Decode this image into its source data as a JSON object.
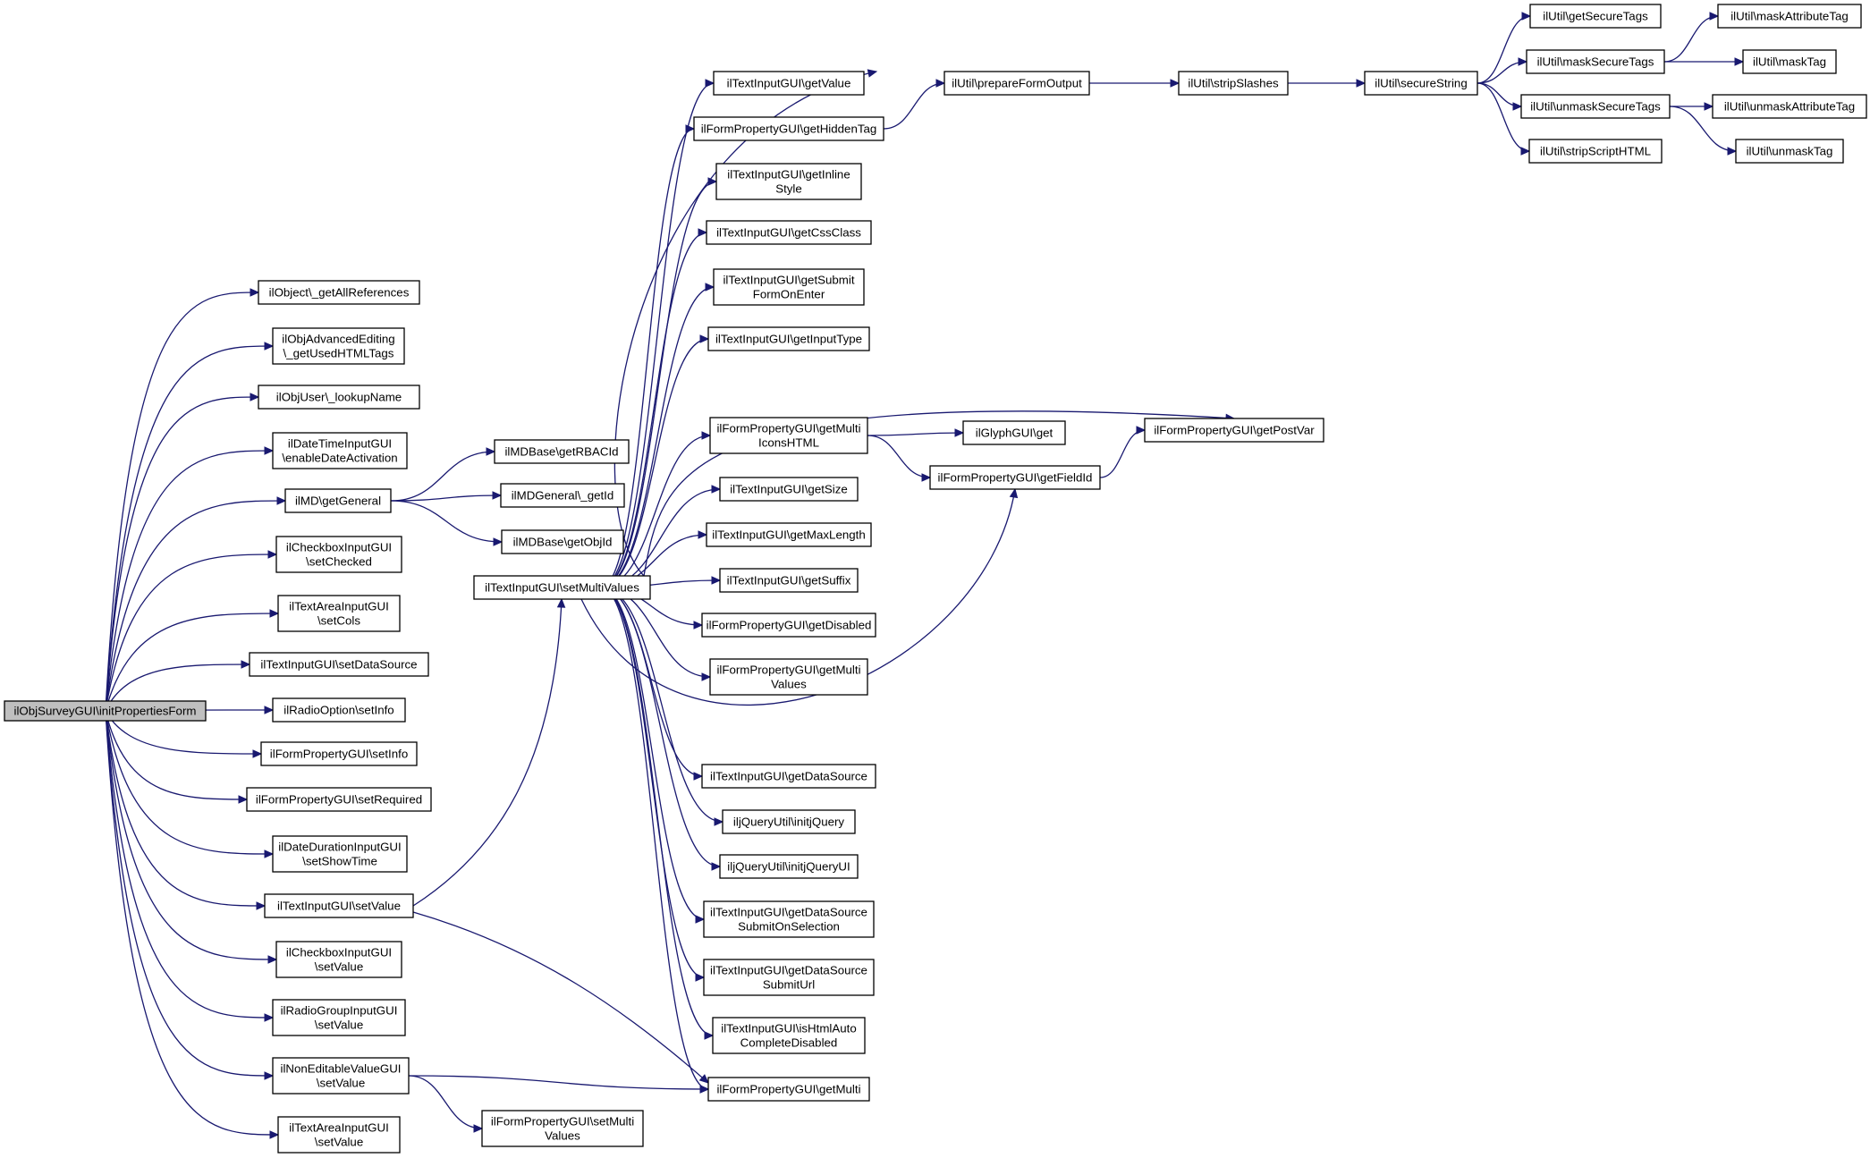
{
  "nodes": [
    {
      "id": "root",
      "label": "ilObjSurveyGUI\\initPropertiesForm"
    },
    {
      "id": "n_getAllReferences",
      "label": "ilObject\\_getAllReferences"
    },
    {
      "id": "n_getUsedHTMLTags",
      "label": "ilObjAdvancedEditing\n\\_getUsedHTMLTags"
    },
    {
      "id": "n_lookupName",
      "label": "ilObjUser\\_lookupName"
    },
    {
      "id": "n_enableDateActivation",
      "label": "ilDateTimeInputGUI\n\\enableDateActivation"
    },
    {
      "id": "n_getGeneral",
      "label": "ilMD\\getGeneral"
    },
    {
      "id": "n_cb_setChecked",
      "label": "ilCheckboxInputGUI\n\\setChecked"
    },
    {
      "id": "n_ta_setCols",
      "label": "ilTextAreaInputGUI\n\\setCols"
    },
    {
      "id": "n_ti_setDataSource",
      "label": "ilTextInputGUI\\setDataSource"
    },
    {
      "id": "n_ro_setInfo",
      "label": "ilRadioOption\\setInfo"
    },
    {
      "id": "n_fp_setInfo",
      "label": "ilFormPropertyGUI\\setInfo"
    },
    {
      "id": "n_fp_setRequired",
      "label": "ilFormPropertyGUI\\setRequired"
    },
    {
      "id": "n_dd_setShowTime",
      "label": "ilDateDurationInputGUI\n\\setShowTime"
    },
    {
      "id": "n_ti_setValue",
      "label": "ilTextInputGUI\\setValue"
    },
    {
      "id": "n_cb_setValue",
      "label": "ilCheckboxInputGUI\n\\setValue"
    },
    {
      "id": "n_rg_setValue",
      "label": "ilRadioGroupInputGUI\n\\setValue"
    },
    {
      "id": "n_ne_setValue",
      "label": "ilNonEditableValueGUI\n\\setValue"
    },
    {
      "id": "n_ta_setValue",
      "label": "ilTextAreaInputGUI\n\\setValue"
    },
    {
      "id": "n_getRBACId",
      "label": "ilMDBase\\getRBACId"
    },
    {
      "id": "n_md_getId",
      "label": "ilMDGeneral\\_getId"
    },
    {
      "id": "n_getObjId",
      "label": "ilMDBase\\getObjId"
    },
    {
      "id": "n_setMultiValues",
      "label": "ilTextInputGUI\\setMultiValues"
    },
    {
      "id": "n_fp_setMultiValues",
      "label": "ilFormPropertyGUI\\setMulti\nValues"
    },
    {
      "id": "n_getValue",
      "label": "ilTextInputGUI\\getValue"
    },
    {
      "id": "n_getHiddenTag",
      "label": "ilFormPropertyGUI\\getHiddenTag"
    },
    {
      "id": "n_getInlineStyle",
      "label": "ilTextInputGUI\\getInline\nStyle"
    },
    {
      "id": "n_getCssClass",
      "label": "ilTextInputGUI\\getCssClass"
    },
    {
      "id": "n_getSubmitFormOnEnter",
      "label": "ilTextInputGUI\\getSubmit\nFormOnEnter"
    },
    {
      "id": "n_getInputType",
      "label": "ilTextInputGUI\\getInputType"
    },
    {
      "id": "n_getMultiIconsHTML",
      "label": "ilFormPropertyGUI\\getMulti\nIconsHTML"
    },
    {
      "id": "n_getSize",
      "label": "ilTextInputGUI\\getSize"
    },
    {
      "id": "n_getMaxLength",
      "label": "ilTextInputGUI\\getMaxLength"
    },
    {
      "id": "n_getSuffix",
      "label": "ilTextInputGUI\\getSuffix"
    },
    {
      "id": "n_getDisabled",
      "label": "ilFormPropertyGUI\\getDisabled"
    },
    {
      "id": "n_getMultiValues",
      "label": "ilFormPropertyGUI\\getMulti\nValues"
    },
    {
      "id": "n_getDataSource",
      "label": "ilTextInputGUI\\getDataSource"
    },
    {
      "id": "n_initjQuery",
      "label": "iljQueryUtil\\initjQuery"
    },
    {
      "id": "n_initjQueryUI",
      "label": "iljQueryUtil\\initjQueryUI"
    },
    {
      "id": "n_getDataSourceSubmitOnSelection",
      "label": "ilTextInputGUI\\getDataSource\nSubmitOnSelection"
    },
    {
      "id": "n_getDataSourceSubmitUrl",
      "label": "ilTextInputGUI\\getDataSource\nSubmitUrl"
    },
    {
      "id": "n_isHtmlAutoCompleteDisabled",
      "label": "ilTextInputGUI\\isHtmlAuto\nCompleteDisabled"
    },
    {
      "id": "n_getMulti",
      "label": "ilFormPropertyGUI\\getMulti"
    },
    {
      "id": "n_prepareFormOutput",
      "label": "ilUtil\\prepareFormOutput"
    },
    {
      "id": "n_glyph_get",
      "label": "ilGlyphGUI\\get"
    },
    {
      "id": "n_getFieldId",
      "label": "ilFormPropertyGUI\\getFieldId"
    },
    {
      "id": "n_getPostVar",
      "label": "ilFormPropertyGUI\\getPostVar"
    },
    {
      "id": "n_stripSlashes",
      "label": "ilUtil\\stripSlashes"
    },
    {
      "id": "n_secureString",
      "label": "ilUtil\\secureString"
    },
    {
      "id": "n_getSecureTags",
      "label": "ilUtil\\getSecureTags"
    },
    {
      "id": "n_maskSecureTags",
      "label": "ilUtil\\maskSecureTags"
    },
    {
      "id": "n_unmaskSecureTags",
      "label": "ilUtil\\unmaskSecureTags"
    },
    {
      "id": "n_stripScriptHTML",
      "label": "ilUtil\\stripScriptHTML"
    },
    {
      "id": "n_maskAttributeTag",
      "label": "ilUtil\\maskAttributeTag"
    },
    {
      "id": "n_maskTag",
      "label": "ilUtil\\maskTag"
    },
    {
      "id": "n_unmaskAttributeTag",
      "label": "ilUtil\\unmaskAttributeTag"
    },
    {
      "id": "n_unmaskTag",
      "label": "ilUtil\\unmaskTag"
    }
  ],
  "edges": [
    [
      "root",
      "n_getAllReferences"
    ],
    [
      "root",
      "n_getUsedHTMLTags"
    ],
    [
      "root",
      "n_lookupName"
    ],
    [
      "root",
      "n_enableDateActivation"
    ],
    [
      "root",
      "n_getGeneral"
    ],
    [
      "root",
      "n_cb_setChecked"
    ],
    [
      "root",
      "n_ta_setCols"
    ],
    [
      "root",
      "n_ti_setDataSource"
    ],
    [
      "root",
      "n_ro_setInfo"
    ],
    [
      "root",
      "n_fp_setInfo"
    ],
    [
      "root",
      "n_fp_setRequired"
    ],
    [
      "root",
      "n_dd_setShowTime"
    ],
    [
      "root",
      "n_ti_setValue"
    ],
    [
      "root",
      "n_cb_setValue"
    ],
    [
      "root",
      "n_rg_setValue"
    ],
    [
      "root",
      "n_ne_setValue"
    ],
    [
      "root",
      "n_ta_setValue"
    ],
    [
      "n_getGeneral",
      "n_getRBACId"
    ],
    [
      "n_getGeneral",
      "n_md_getId"
    ],
    [
      "n_getGeneral",
      "n_getObjId"
    ],
    [
      "n_ti_setValue",
      "n_setMultiValues"
    ],
    [
      "n_ti_setValue",
      "n_getMulti"
    ],
    [
      "n_ne_setValue",
      "n_getMulti"
    ],
    [
      "n_ne_setValue",
      "n_fp_setMultiValues"
    ],
    [
      "n_setMultiValues",
      "n_prepareFormOutput"
    ],
    [
      "n_setMultiValues",
      "n_getValue"
    ],
    [
      "n_setMultiValues",
      "n_getHiddenTag"
    ],
    [
      "n_setMultiValues",
      "n_getInlineStyle"
    ],
    [
      "n_setMultiValues",
      "n_getCssClass"
    ],
    [
      "n_setMultiValues",
      "n_getSubmitFormOnEnter"
    ],
    [
      "n_setMultiValues",
      "n_getInputType"
    ],
    [
      "n_setMultiValues",
      "n_getPostVar"
    ],
    [
      "n_setMultiValues",
      "n_getMultiIconsHTML"
    ],
    [
      "n_setMultiValues",
      "n_getSize"
    ],
    [
      "n_setMultiValues",
      "n_getMaxLength"
    ],
    [
      "n_setMultiValues",
      "n_getSuffix"
    ],
    [
      "n_setMultiValues",
      "n_getDisabled"
    ],
    [
      "n_setMultiValues",
      "n_getMultiValues"
    ],
    [
      "n_setMultiValues",
      "n_getFieldId"
    ],
    [
      "n_setMultiValues",
      "n_getDataSource"
    ],
    [
      "n_setMultiValues",
      "n_initjQuery"
    ],
    [
      "n_setMultiValues",
      "n_initjQueryUI"
    ],
    [
      "n_setMultiValues",
      "n_getDataSourceSubmitOnSelection"
    ],
    [
      "n_setMultiValues",
      "n_getDataSourceSubmitUrl"
    ],
    [
      "n_setMultiValues",
      "n_isHtmlAutoCompleteDisabled"
    ],
    [
      "n_setMultiValues",
      "n_getMulti"
    ],
    [
      "n_getHiddenTag",
      "n_prepareFormOutput"
    ],
    [
      "n_getMultiIconsHTML",
      "n_glyph_get"
    ],
    [
      "n_getMultiIconsHTML",
      "n_getFieldId"
    ],
    [
      "n_getFieldId",
      "n_getPostVar"
    ],
    [
      "n_prepareFormOutput",
      "n_stripSlashes"
    ],
    [
      "n_stripSlashes",
      "n_secureString"
    ],
    [
      "n_secureString",
      "n_getSecureTags"
    ],
    [
      "n_secureString",
      "n_maskSecureTags"
    ],
    [
      "n_secureString",
      "n_unmaskSecureTags"
    ],
    [
      "n_secureString",
      "n_stripScriptHTML"
    ],
    [
      "n_maskSecureTags",
      "n_maskAttributeTag"
    ],
    [
      "n_maskSecureTags",
      "n_maskTag"
    ],
    [
      "n_unmaskSecureTags",
      "n_unmaskAttributeTag"
    ],
    [
      "n_unmaskSecureTags",
      "n_unmaskTag"
    ]
  ]
}
